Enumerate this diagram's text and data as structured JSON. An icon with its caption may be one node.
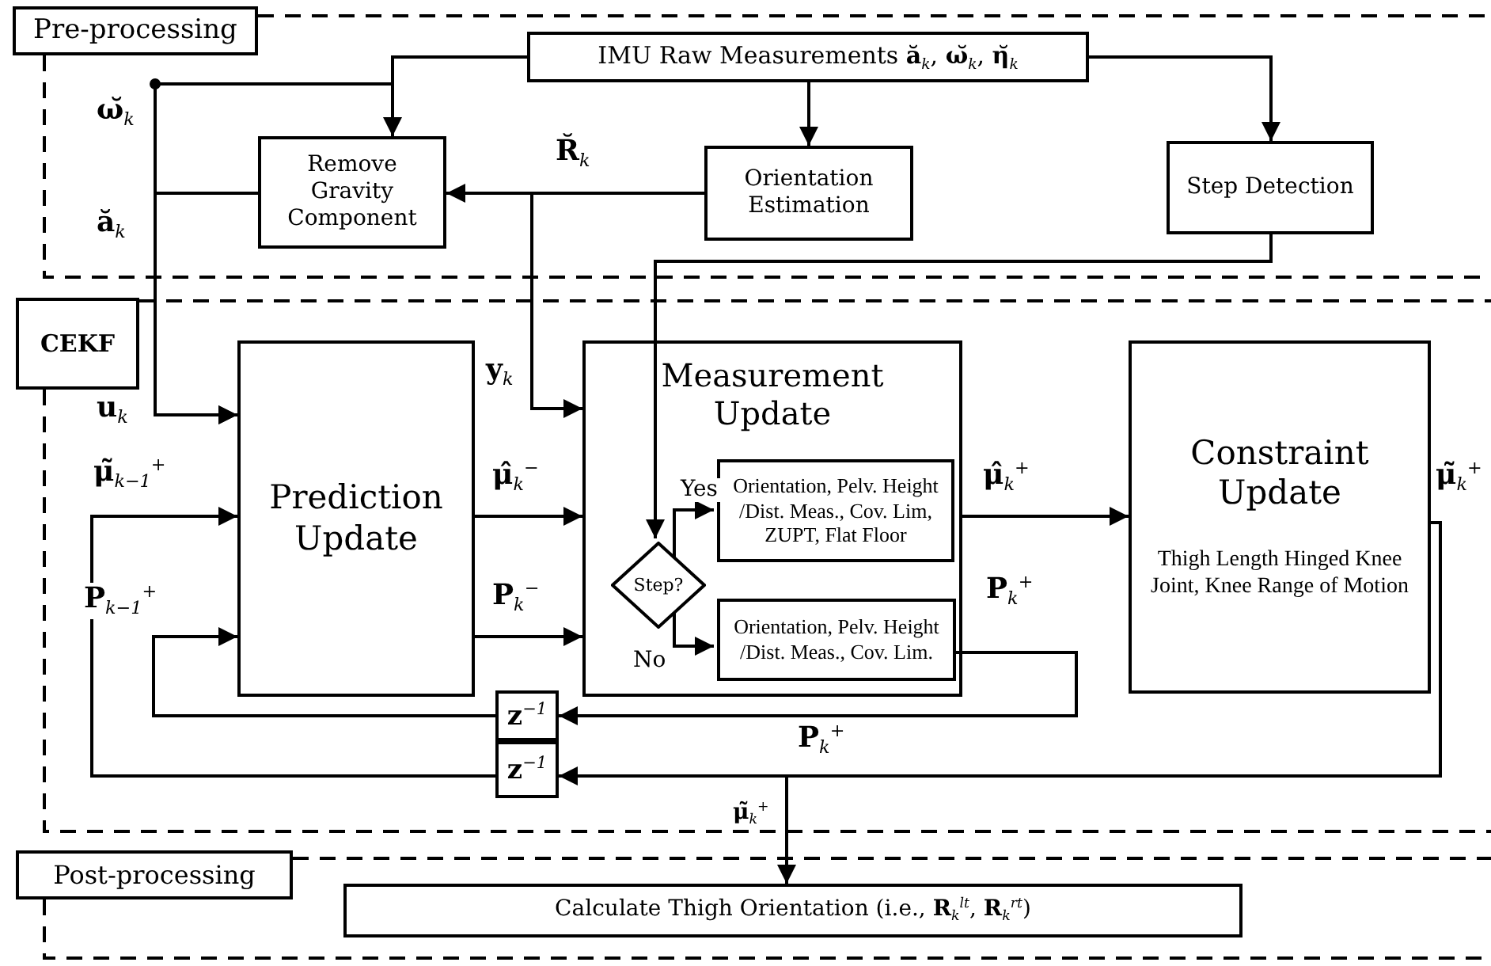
{
  "diagram": {
    "nodes": [
      {
        "text": [
          "Pre-processing"
        ]
      },
      {
        "text": [
          "IMU Raw Measurements **ă**$_{k}$, **ω̆**$_{k}$, **η̆**$_{k}$"
        ]
      },
      {
        "text": [
          "Remove Gravity Component"
        ]
      },
      {
        "text": [
          "Orientation Estimation"
        ]
      },
      {
        "text": [
          "Step Detection"
        ]
      },
      {
        "text": [
          "CEKF"
        ]
      },
      {
        "text": [
          "Prediction Update"
        ]
      },
      {
        "text": [
          "Measurement Update"
        ]
      },
      {
        "text": [
          "Step?"
        ],
        "in": 7
      },
      {
        "text": [
          "Orientation, Pelv. Height /Dist. Meas., Cov. Lim, ZUPT, Flat Floor"
        ],
        "in": 7
      },
      {
        "text": [
          "Orientation, Pelv. Height /Dist. Meas., Cov. Lim."
        ],
        "in": 7
      },
      {
        "text": [
          "Constraint Update",
          "Thigh Length Hinged Knee Joint, Knee Range of Motion"
        ]
      },
      {
        "text": [
          "**z**$^{−1}$"
        ]
      },
      {
        "text": [
          "**z**$^{−1}$"
        ]
      },
      {
        "text": [
          "Post-processing"
        ]
      },
      {
        "text": [
          "Calculate Thigh Orientation (i.e., **R**$_{k}$$^{lt}$, **R**$_{k}$$^{rt}$)"
        ]
      }
    ],
    "edges": [
      {
        "from": 1,
        "to": 2,
        "arrow": "to"
      },
      {
        "from": 1,
        "to": 6,
        "arrow": "to",
        "label": "**ω̆**$_{k}$"
      },
      {
        "from": 1,
        "to": 3,
        "arrow": "to"
      },
      {
        "from": 1,
        "to": 4,
        "arrow": "to"
      },
      {
        "from": 3,
        "to": 2,
        "arrow": "to",
        "label": "**R̆**$_{k}$"
      },
      {
        "from": 3,
        "to": 7,
        "arrow": "to",
        "label": "**y**$_{k}$"
      },
      {
        "from": 2,
        "to": 6,
        "arrow": "to",
        "label": "**ă**$_{k}$"
      },
      {
        "from": 4,
        "to": 8,
        "arrow": "to"
      },
      {
        "from": 6,
        "to": 7,
        "arrow": "to",
        "label": "**μ̂**$_{k}$$^{−}$"
      },
      {
        "from": 6,
        "to": 7,
        "arrow": "to",
        "label": "**P**$_{k}$$^{−}$"
      },
      {
        "from": 8,
        "to": 9,
        "arrow": "to",
        "label": "Yes"
      },
      {
        "from": 8,
        "to": 10,
        "arrow": "to",
        "label": "No"
      },
      {
        "from": 7,
        "to": 11,
        "arrow": "to",
        "label": "**μ̂**$_{k}$$^{+}$"
      },
      {
        "from": 10,
        "to": 12,
        "arrow": "to",
        "label": "**P**$_{k}$$^{+}$"
      },
      {
        "from": 12,
        "to": 6,
        "arrow": "to",
        "label": "**P**$_{k−1}$$^{+}$"
      },
      {
        "from": 11,
        "to": 13,
        "arrow": "to",
        "label": "**μ̃**$_{k}$$^{+}$"
      },
      {
        "from": 13,
        "to": 6,
        "arrow": "to",
        "label": "**μ̃**$_{k−1}$$^{+}$"
      },
      {
        "from": 11,
        "to": 15,
        "arrow": "to",
        "label": "**μ̃**$_{k}$$^{+}$"
      }
    ],
    "labels": [
      "**u**$_{k}$",
      "**P**$_{k}$$^{+}$"
    ]
  }
}
